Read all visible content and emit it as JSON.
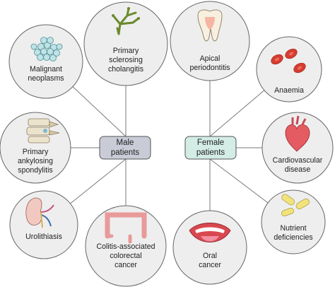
{
  "hubs": {
    "male": {
      "line1": "Male",
      "line2": "patients",
      "color": "#c9ccd6"
    },
    "female": {
      "line1": "Female",
      "line2": "patients",
      "color": "#d3ece6"
    }
  },
  "male_nodes": [
    {
      "lines": [
        "Primary",
        "sclerosing",
        "cholangitis"
      ],
      "icon": "bile-duct-icon"
    },
    {
      "lines": [
        "Malignant",
        "neoplasms"
      ],
      "icon": "cell-cluster-icon"
    },
    {
      "lines": [
        "Primary",
        "ankylosing",
        "spondylitis"
      ],
      "icon": "spine-icon"
    },
    {
      "lines": [
        "Urolithiasis"
      ],
      "icon": "kidney-icon"
    },
    {
      "lines": [
        "Colitis-associated",
        "colorectal",
        "cancer"
      ],
      "icon": "colon-icon"
    }
  ],
  "female_nodes": [
    {
      "lines": [
        "Apical",
        "periodontitis"
      ],
      "icon": "tooth-icon"
    },
    {
      "lines": [
        "Anaemia"
      ],
      "icon": "red-blood-cells-icon"
    },
    {
      "lines": [
        "Cardiovascular",
        "disease"
      ],
      "icon": "heart-icon"
    },
    {
      "lines": [
        "Nutrient",
        "deficiencies"
      ],
      "icon": "pills-icon"
    },
    {
      "lines": [
        "Oral",
        "cancer"
      ],
      "icon": "mouth-icon"
    }
  ],
  "colors": {
    "node_fill": "#eeeeee",
    "node_stroke": "#666666",
    "edge": "#7a7a7a",
    "blood": "#d63c2f",
    "tooth": "#f7efe0",
    "pill": "#f2e27a"
  }
}
